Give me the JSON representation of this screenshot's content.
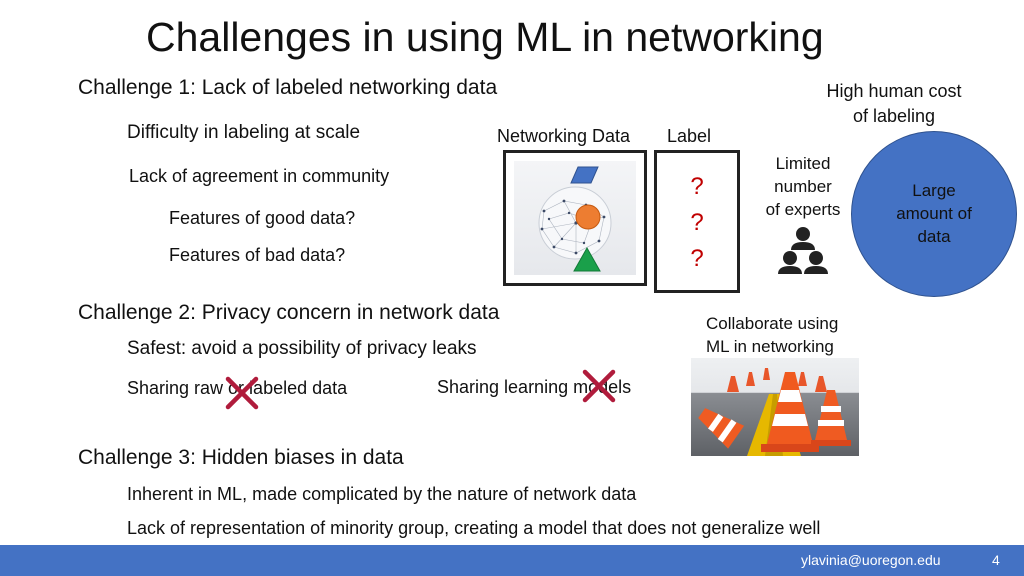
{
  "slide": {
    "title": "Challenges in using ML in networking",
    "challenge1": {
      "heading": "Challenge 1: Lack of labeled networking data",
      "point1": "Difficulty in labeling at scale",
      "point2": "Lack of agreement in community",
      "sub1": "Features of good data?",
      "sub2": "Features of bad data?"
    },
    "diagram": {
      "networking_data_label": "Networking Data",
      "label_label": "Label",
      "question_marks": [
        "?",
        "?",
        "?"
      ],
      "high_cost": [
        "High human cost",
        "of labeling"
      ],
      "limited_experts": [
        "Limited",
        "number",
        "of experts"
      ],
      "circle_text": [
        "Large",
        "amount of",
        "data"
      ],
      "collaborate": [
        "Collaborate using",
        "ML in networking"
      ]
    },
    "challenge2": {
      "heading": "Challenge 2: Privacy concern in network data",
      "point1": "Safest: avoid a possibility of privacy leaks",
      "sharing_raw": "Sharing raw or labeled data",
      "sharing_models": "Sharing learning models"
    },
    "challenge3": {
      "heading": "Challenge 3: Hidden biases in data",
      "point1": "Inherent in ML, made complicated by the nature of network data",
      "point2": "Lack of representation of minority group, creating a model that does not generalize well"
    },
    "footer": {
      "email": "ylavinia@uoregon.edu",
      "page": "4"
    }
  },
  "colors": {
    "accent_blue": "#4472c4",
    "cross_red": "#b01c3c",
    "question_red": "#c00000",
    "shape_orange": "#ed7d31",
    "shape_green": "#1aa04a"
  },
  "icons": [
    "cross-icon",
    "people-icon",
    "network-sphere-image",
    "traffic-cones-image"
  ]
}
